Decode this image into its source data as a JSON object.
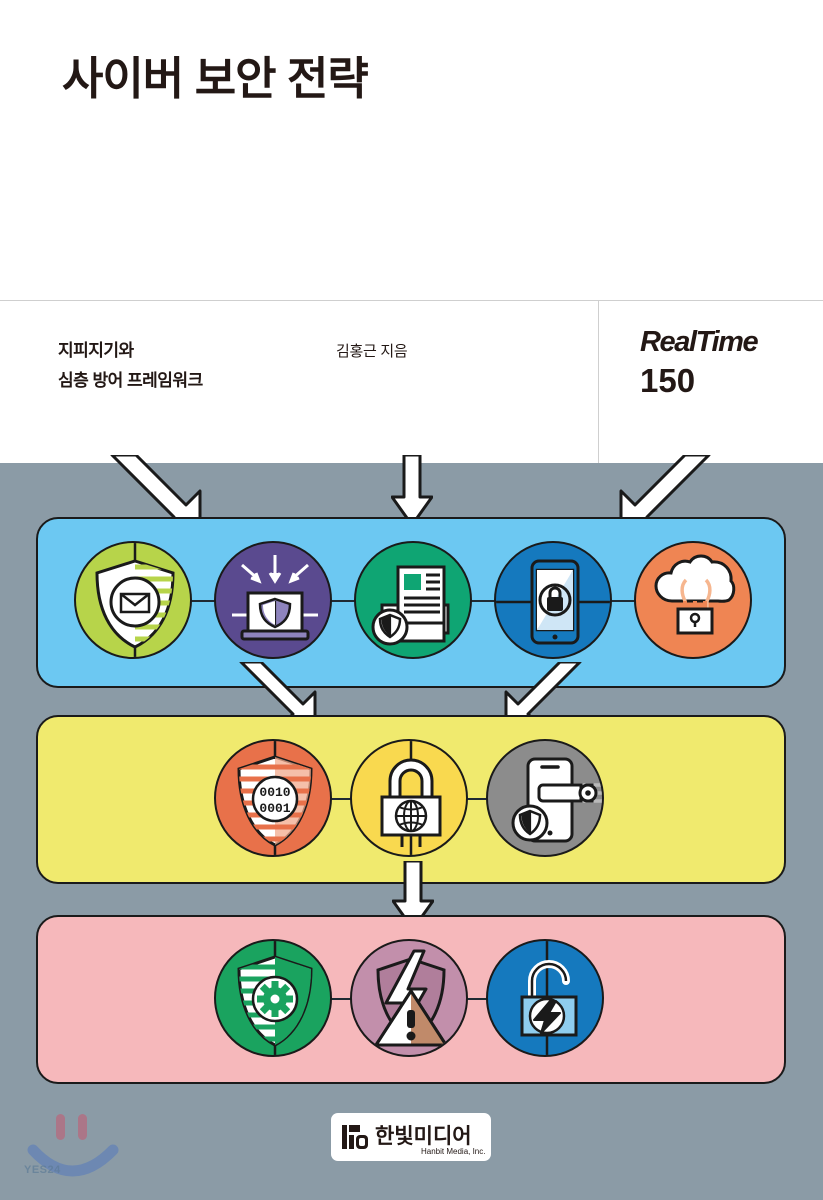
{
  "cover": {
    "title": "사이버 보안 전략",
    "subtitle_line1": "지피지기와",
    "subtitle_line2": "심층 방어 프레임워크",
    "author": "김홍근 지음",
    "series_name": "RealTime",
    "series_number": "150",
    "series_icon": "gem-icon",
    "publisher_ko": "한빛미디어",
    "publisher_en": "Hanbit Media, Inc.",
    "publisher_mark": "HB",
    "watermark": "YES24"
  },
  "colors": {
    "background": "#8b9ba6",
    "panel_blue": "#6cc8f2",
    "panel_yellow": "#f0ea6e",
    "panel_pink": "#f6b8bb",
    "outline": "#1a1a1a",
    "title_text": "#231815",
    "rule": "#cfcfcf"
  },
  "diagram": {
    "type": "layered-flow",
    "rows": [
      {
        "name": "perimeter-layer",
        "color": "#6cc8f2",
        "nodes": [
          {
            "name": "email-security-node",
            "icon": "shield-envelope-icon",
            "color": "#b7d44a"
          },
          {
            "name": "endpoint-security-node",
            "icon": "laptop-shield-icon",
            "color": "#5a4a8f"
          },
          {
            "name": "document-security-node",
            "icon": "printer-document-shield-icon",
            "color": "#0fa573"
          },
          {
            "name": "mobile-security-node",
            "icon": "tablet-lock-icon",
            "color": "#1579be"
          },
          {
            "name": "cloud-security-node",
            "icon": "cloud-lock-icon",
            "color": "#ef8553"
          }
        ]
      },
      {
        "name": "data-layer",
        "color": "#f0ea6e",
        "nodes": [
          {
            "name": "encryption-node",
            "icon": "shield-binary-icon",
            "color": "#e8714a",
            "label": "0010 0001"
          },
          {
            "name": "web-security-node",
            "icon": "padlock-globe-icon",
            "color": "#f9d94f"
          },
          {
            "name": "access-key-node",
            "icon": "phone-key-shield-icon",
            "color": "#8c8c8c"
          }
        ]
      },
      {
        "name": "response-layer",
        "color": "#f6b8bb",
        "nodes": [
          {
            "name": "policy-management-node",
            "icon": "shield-gear-icon",
            "color": "#1aa35f"
          },
          {
            "name": "threat-alert-node",
            "icon": "shield-lightning-warning-icon",
            "color": "#c28fab"
          },
          {
            "name": "breach-response-node",
            "icon": "open-padlock-lightning-icon",
            "color": "#1579be"
          }
        ]
      }
    ],
    "arrows": [
      {
        "name": "arrow-top-left",
        "direction": "down-right"
      },
      {
        "name": "arrow-top-center",
        "direction": "down"
      },
      {
        "name": "arrow-top-right",
        "direction": "down-left"
      },
      {
        "name": "arrow-blue-to-yellow-left",
        "direction": "down-right"
      },
      {
        "name": "arrow-blue-to-yellow-right",
        "direction": "down-left"
      },
      {
        "name": "arrow-yellow-to-pink",
        "direction": "down"
      }
    ]
  }
}
